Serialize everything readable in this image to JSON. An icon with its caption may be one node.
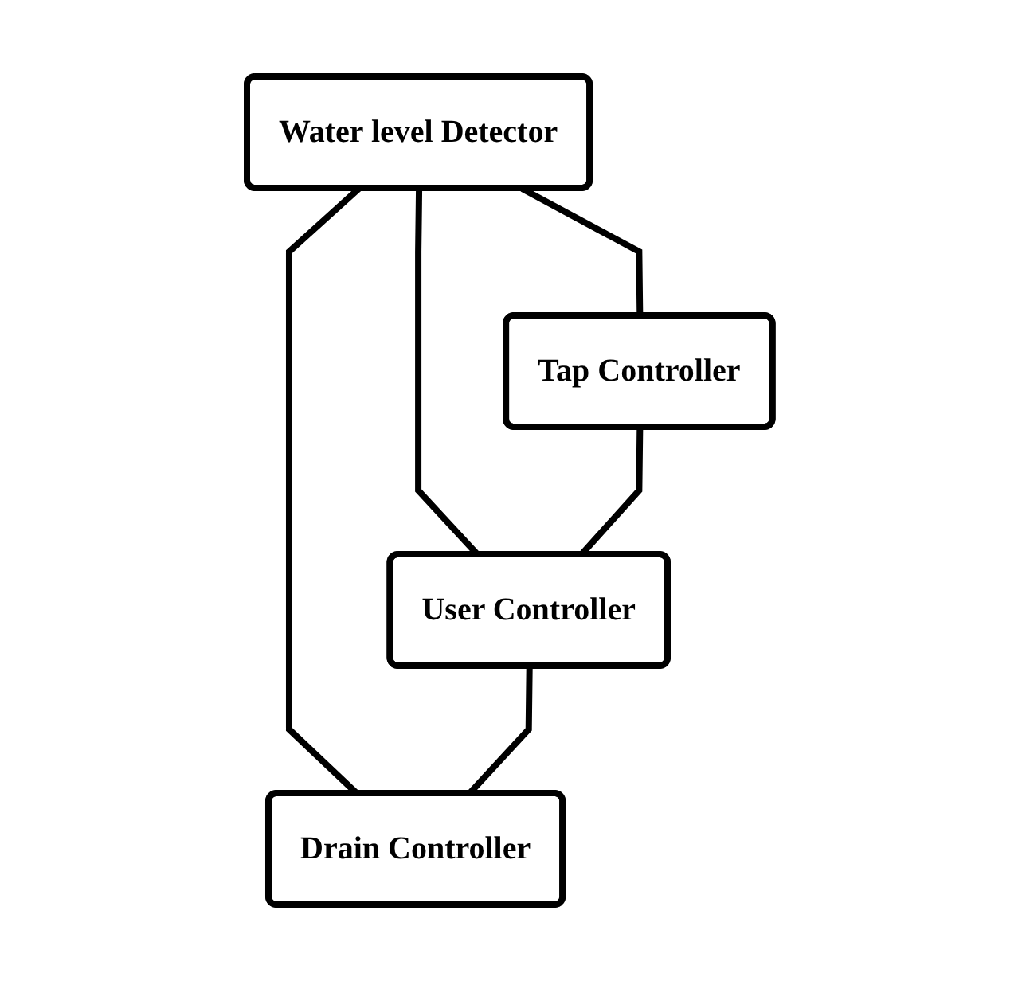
{
  "diagram": {
    "nodes": [
      {
        "text": [
          "Water level Detector"
        ]
      },
      {
        "text": [
          "Tap Controller"
        ]
      },
      {
        "text": [
          "User Controller"
        ]
      },
      {
        "text": [
          "Drain Controller"
        ]
      }
    ],
    "edges": [
      {
        "from": 0,
        "to": 1,
        "arrow": "none"
      },
      {
        "from": 0,
        "to": 2,
        "arrow": "none"
      },
      {
        "from": 1,
        "to": 2,
        "arrow": "none"
      },
      {
        "from": 0,
        "to": 3,
        "arrow": "none"
      },
      {
        "from": 2,
        "to": 3,
        "arrow": "none"
      }
    ]
  }
}
